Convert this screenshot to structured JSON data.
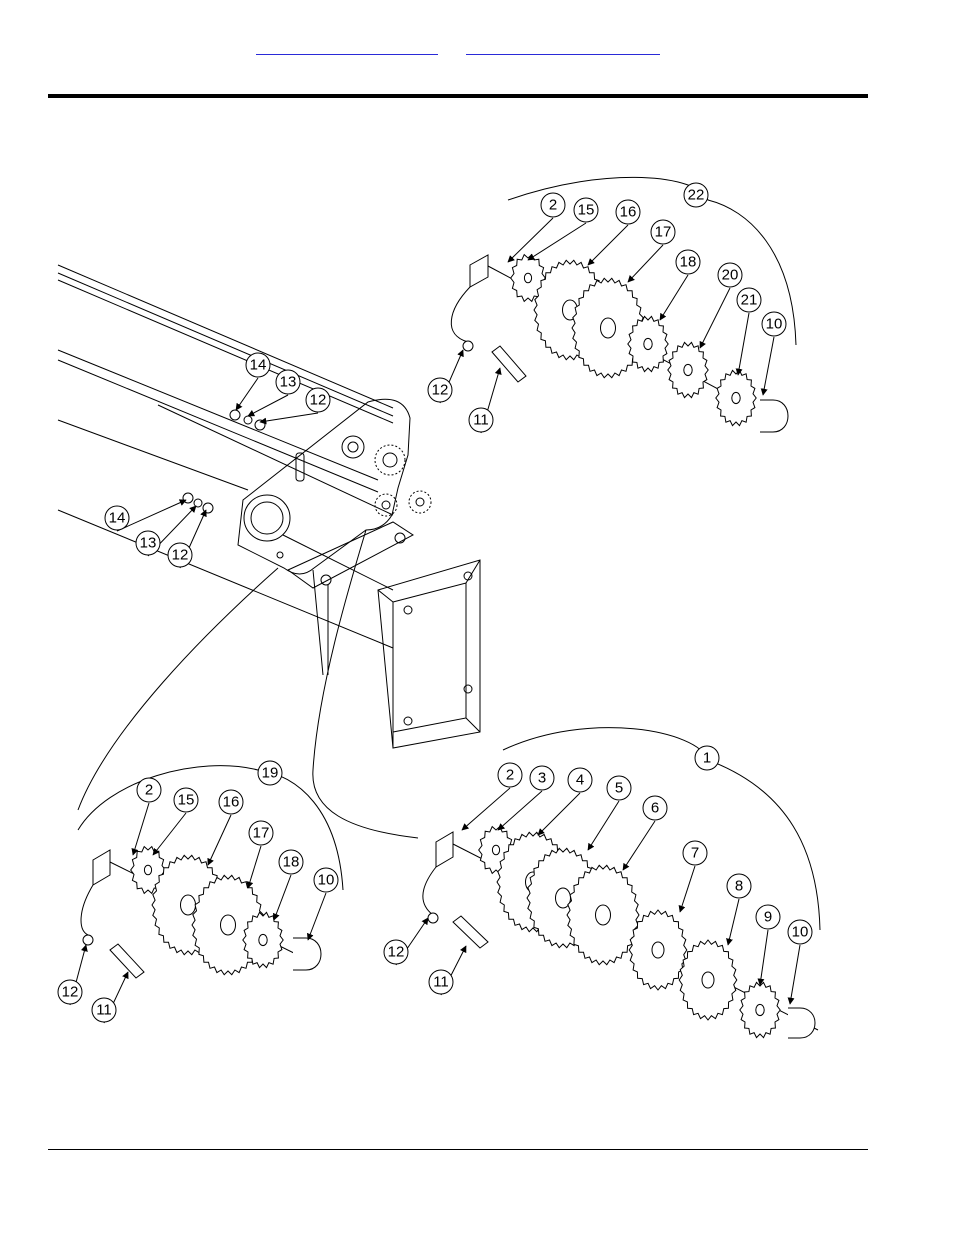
{
  "header": {
    "links": [
      "",
      ""
    ]
  },
  "diagram": {
    "callouts": {
      "c1": "1",
      "c2a": "2",
      "c2b": "2",
      "c2c": "2",
      "c3": "3",
      "c4": "4",
      "c5": "5",
      "c6": "6",
      "c7": "7",
      "c8": "8",
      "c9": "9",
      "c10a": "10",
      "c10b": "10",
      "c10c": "10",
      "c11a": "11",
      "c11b": "11",
      "c11c": "11",
      "c12a": "12",
      "c12b": "12",
      "c12c": "12",
      "c12d": "12",
      "c12e": "12",
      "c13a": "13",
      "c13b": "13",
      "c14a": "14",
      "c14b": "14",
      "c15a": "15",
      "c15b": "15",
      "c16a": "16",
      "c16b": "16",
      "c17a": "17",
      "c17b": "17",
      "c18a": "18",
      "c18b": "18",
      "c19": "19",
      "c20": "20",
      "c21": "21",
      "c22": "22"
    }
  }
}
